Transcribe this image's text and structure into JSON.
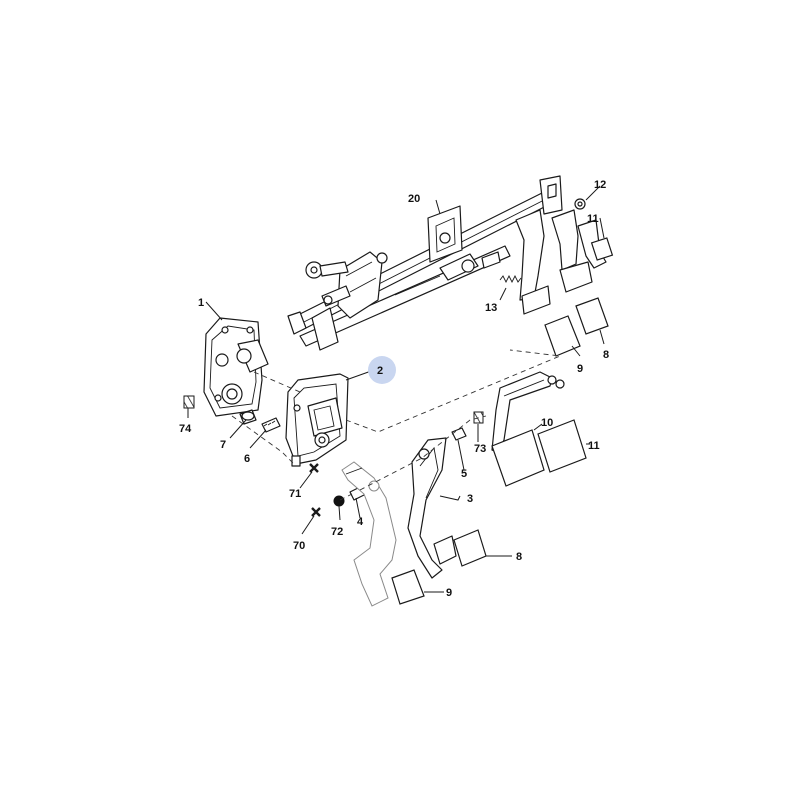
{
  "diagram": {
    "labels": {
      "l1": "1",
      "l2": "2",
      "l3": "3",
      "l4": "4",
      "l5": "5",
      "l6": "6",
      "l7": "7",
      "l8a": "8",
      "l8b": "8",
      "l9a": "9",
      "l9b": "9",
      "l10": "10",
      "l11a": "11",
      "l11b": "11",
      "l12": "12",
      "l13": "13",
      "l20": "20",
      "l70": "70",
      "l71": "71",
      "l72": "72",
      "l73": "73",
      "l74": "74"
    },
    "highlight_color": "#c9d6f0",
    "line_color": "#1a1a1a"
  }
}
